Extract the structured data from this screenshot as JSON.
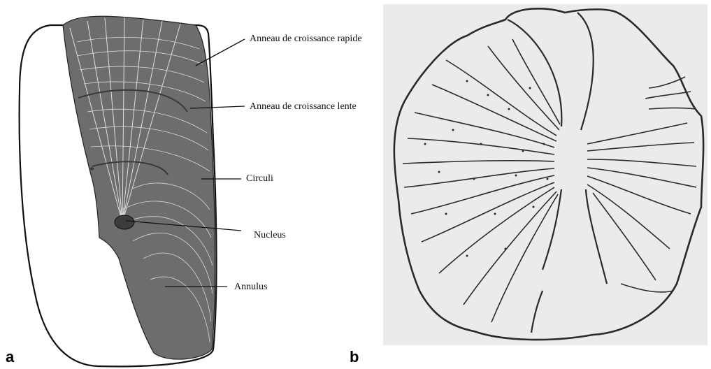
{
  "figure": {
    "panel_a": {
      "letter": "a",
      "labels": {
        "rapid_ring": "Anneau de croissance rapide",
        "slow_ring": "Anneau de croissance lente",
        "circuli": "Circuli",
        "nucleus": "Nucleus",
        "annulus": "Annulus"
      }
    },
    "panel_b": {
      "letter": "b"
    }
  }
}
